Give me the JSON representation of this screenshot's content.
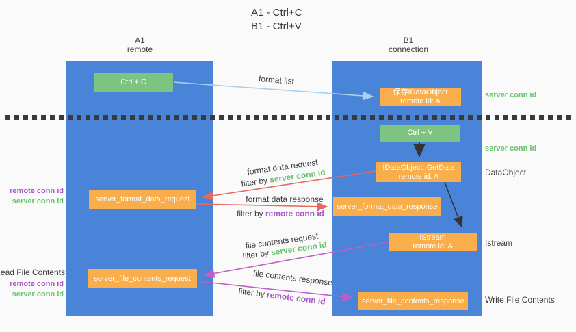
{
  "title": {
    "line1": "A1 - Ctrl+C",
    "line2": "B1 - Ctrl+V"
  },
  "lanes": {
    "left": {
      "name": "A1",
      "role": "remote"
    },
    "right": {
      "name": "B1",
      "role": "connection"
    }
  },
  "boxes": {
    "ctrl_c": {
      "label": "Ctrl + C"
    },
    "save_idataobject": {
      "line1": "保存IDataObject",
      "line2": "remote id: A"
    },
    "ctrl_v": {
      "label": "Ctrl + V"
    },
    "getdata": {
      "line1": "IDataObject::GetData",
      "line2": "remote id: A"
    },
    "format_request": {
      "label": "server_format_data_request"
    },
    "format_response": {
      "label": "server_format_data_response"
    },
    "istream": {
      "line1": "IStream",
      "line2": "remote id: A"
    },
    "file_request": {
      "label": "server_file_contents_request"
    },
    "file_response": {
      "label": "server_file_contents_response"
    }
  },
  "flow_labels": {
    "format_list": "format list",
    "format_data_request": "format data request",
    "format_data_response": "format data response",
    "file_contents_request": "file contents request",
    "file_contents_response": "file contents response",
    "filter_by": "filter by ",
    "server_conn_id": "server conn id",
    "remote_conn_id": "remote conn id"
  },
  "side_labels": {
    "remote_conn_id": "remote conn id",
    "server_conn_id": "server conn id",
    "read_file_contents": "Read File Contents",
    "write_file_contents": "Write File Contents",
    "data_object": "DataObject",
    "istream": "Istream"
  },
  "colors": {
    "lane_blue": "#4a84d8",
    "box_green": "#7cc47f",
    "box_orange": "#f9ad4b",
    "arrow_light_blue": "#a9cfee",
    "arrow_red": "#e8695e",
    "arrow_magenta": "#bf5ec4",
    "arrow_black": "#333333",
    "text_green": "#67c26b",
    "text_purple": "#a855c8"
  }
}
